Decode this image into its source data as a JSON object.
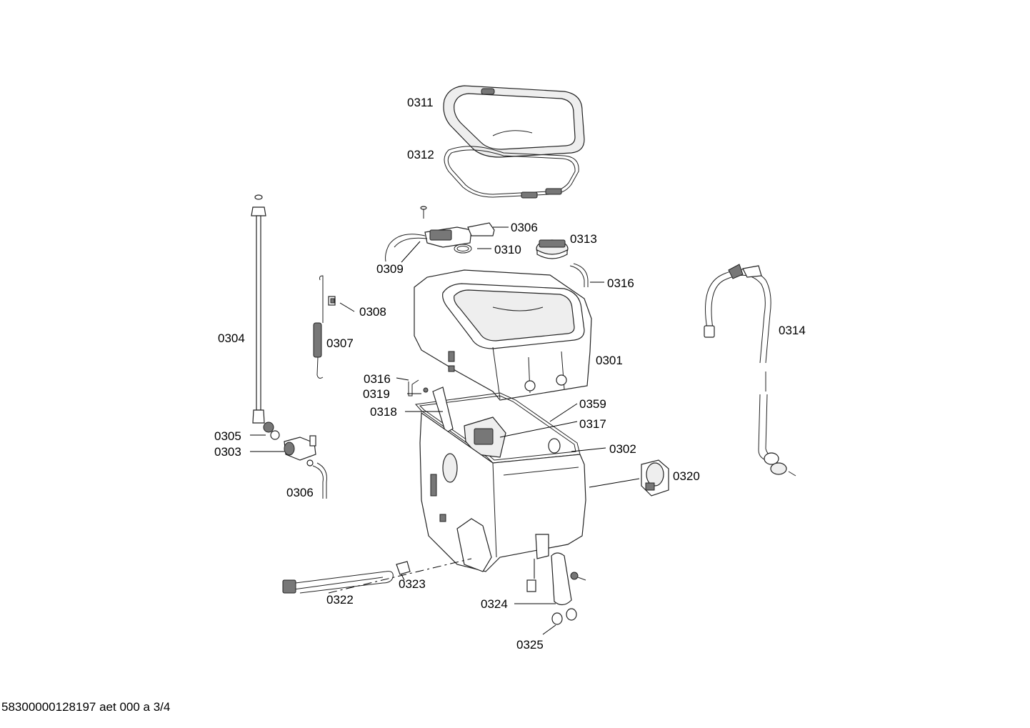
{
  "diagram": {
    "labels": {
      "p0311": "0311",
      "p0312": "0312",
      "p0306a": "0306",
      "p0313": "0313",
      "p0310": "0310",
      "p0309": "0309",
      "p0316a": "0316",
      "p0308": "0308",
      "p0304": "0304",
      "p0307": "0307",
      "p0314": "0314",
      "p0301": "0301",
      "p0316b": "0316",
      "p0319": "0319",
      "p0359": "0359",
      "p0318": "0318",
      "p0317": "0317",
      "p0305": "0305",
      "p0302": "0302",
      "p0303": "0303",
      "p0320": "0320",
      "p0306b": "0306",
      "p0323": "0323",
      "p0322": "0322",
      "p0324": "0324",
      "p0325": "0325"
    }
  },
  "footer": {
    "document_code": "58300000128197 aet 000 a 3/4"
  }
}
